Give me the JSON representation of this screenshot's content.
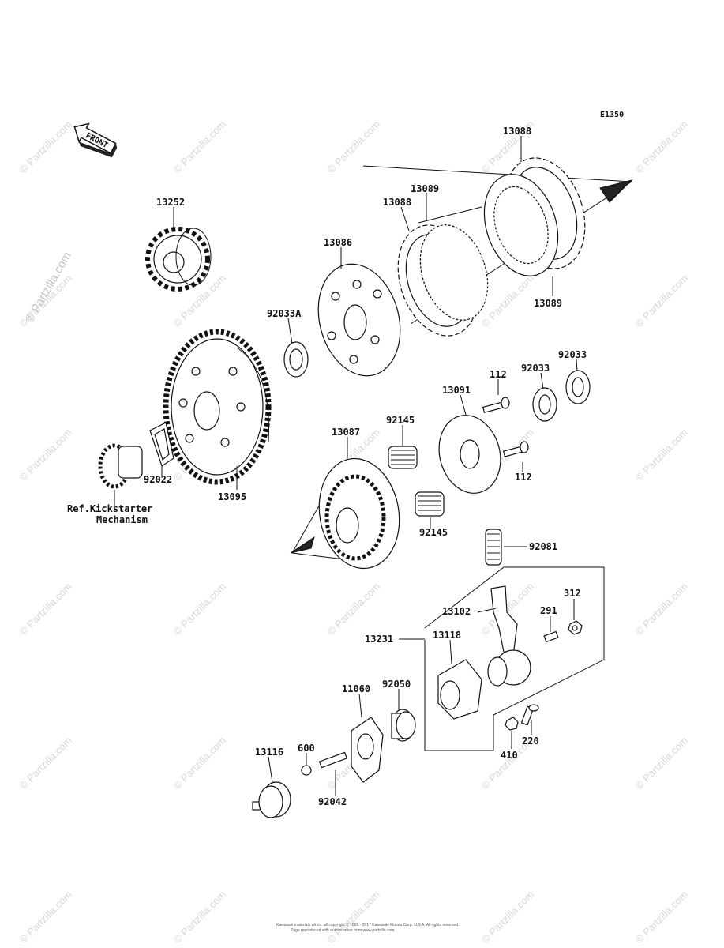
{
  "diagram_code": "E1350",
  "front_label": "FRONT",
  "watermark_text": "© Partzilla.com",
  "footer_lines": [
    "Kawasaki materials within, all copyright © 1995 - 2017 Kawasaki Motors Corp. U.S.A. All rights reserved.",
    "Page reproduced with authorization from www.partzilla.com"
  ],
  "ref_note": [
    "Ref.Kickstarter",
    "Mechanism"
  ],
  "labels": {
    "p13088_top": "13088",
    "p13089_top": "13089",
    "p13088_mid": "13088",
    "p13089_bot": "13089",
    "p13252": "13252",
    "p13086": "13086",
    "p92033A": "92033A",
    "p92033_a": "92033",
    "p92033_b": "92033",
    "p112_a": "112",
    "p112_b": "112",
    "p13091": "13091",
    "p92145_a": "92145",
    "p92145_b": "92145",
    "p13087": "13087",
    "p92022": "92022",
    "p13095": "13095",
    "p92081": "92081",
    "p13102": "13102",
    "p312": "312",
    "p291": "291",
    "p13231": "13231",
    "p13118": "13118",
    "p11060": "11060",
    "p92050": "92050",
    "p410": "410",
    "p220": "220",
    "p13116": "13116",
    "p600": "600",
    "p92042": "92042"
  }
}
